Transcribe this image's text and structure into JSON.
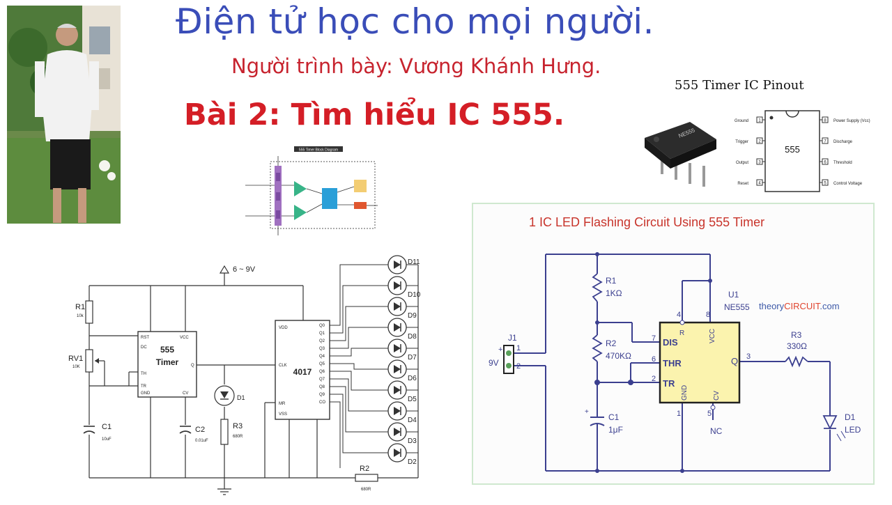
{
  "slide": {
    "title": "Điện tử học cho mọi người.",
    "presenter": "Người trình bày: Vương Khánh Hưng.",
    "lesson": "Bài 2: Tìm hiểu IC 555."
  },
  "pinout": {
    "title": "555 Timer IC Pinout",
    "chip_label": "555",
    "left_pins": [
      {
        "num": "1",
        "name": "Ground"
      },
      {
        "num": "2",
        "name": "Trigger"
      },
      {
        "num": "3",
        "name": "Output"
      },
      {
        "num": "4",
        "name": "Reset"
      }
    ],
    "right_pins": [
      {
        "num": "8",
        "name": "Power Supply (Vcc)"
      },
      {
        "num": "7",
        "name": "Discharge"
      },
      {
        "num": "6",
        "name": "Threshold"
      },
      {
        "num": "5",
        "name": "Control Voltage"
      }
    ],
    "dip_marking": "NE555"
  },
  "block_diagram": {
    "title": "555 Timer Block Diagram"
  },
  "circuit_4017": {
    "supply": "6 ~ 9V",
    "timer_title": "555",
    "timer_subtitle": "Timer",
    "counter_title": "4017",
    "r1": "R1",
    "r1_val": "10k",
    "rv1": "RV1",
    "rv1_val": "10K",
    "c1": "C1",
    "c1_val": "10uF",
    "c2": "C2",
    "c2_val": "0.01uF",
    "d1": "D1",
    "r3": "R3",
    "r3_val": "680R",
    "r2": "R2",
    "r2_val": "680R",
    "pins_timer_left": [
      "RST",
      "DC",
      "TH",
      "TR",
      "GND"
    ],
    "pin_vcc": "VCC",
    "pin_q": "Q",
    "pin_cv": "CV",
    "pins_counter_left": [
      "VDD",
      "CLK",
      "MR",
      "VSS"
    ],
    "pins_counter_right": [
      "Q0",
      "Q1",
      "Q2",
      "Q3",
      "Q4",
      "Q5",
      "Q6",
      "Q7",
      "Q8",
      "Q9",
      "CO"
    ],
    "leds": [
      "D11",
      "D10",
      "D9",
      "D8",
      "D7",
      "D6",
      "D5",
      "D4",
      "D3",
      "D2"
    ]
  },
  "flash_circuit": {
    "title": "1 IC LED Flashing Circuit Using 555 Timer",
    "watermark_a": "theory",
    "watermark_b": "CIRCUIT",
    "watermark_c": ".com",
    "j1": "J1",
    "supply": "9V",
    "r1": "R1",
    "r1_val": "1KΩ",
    "r2": "R2",
    "r2_val": "470KΩ",
    "c1": "C1",
    "c1_val": "1μF",
    "r3": "R3",
    "r3_val": "330Ω",
    "u1": "U1",
    "u1_val": "NE555",
    "d1": "D1",
    "d1_val": "LED",
    "nc": "NC",
    "pins": [
      "DIS",
      "THR",
      "TR",
      "VCC",
      "R",
      "Q",
      "GND",
      "CV"
    ]
  }
}
